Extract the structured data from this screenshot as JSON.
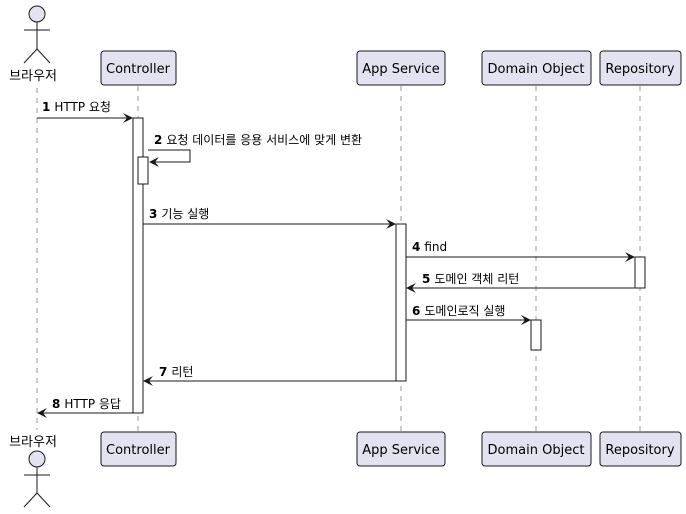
{
  "participants": [
    {
      "id": "browser",
      "label": "브라우저",
      "kind": "actor"
    },
    {
      "id": "controller",
      "label": "Controller",
      "kind": "participant"
    },
    {
      "id": "appservice",
      "label": "App Service",
      "kind": "participant"
    },
    {
      "id": "domain",
      "label": "Domain Object",
      "kind": "participant"
    },
    {
      "id": "repository",
      "label": "Repository",
      "kind": "participant"
    }
  ],
  "messages": [
    {
      "num": "1",
      "text": "HTTP 요청",
      "from": "browser",
      "to": "controller"
    },
    {
      "num": "2",
      "text": "요청 데이터를 응용 서비스에 맞게 변환",
      "from": "controller",
      "to": "controller"
    },
    {
      "num": "3",
      "text": "기능 실행",
      "from": "controller",
      "to": "appservice"
    },
    {
      "num": "4",
      "text": "find",
      "from": "appservice",
      "to": "repository"
    },
    {
      "num": "5",
      "text": "도메인 객체 리턴",
      "from": "repository",
      "to": "appservice"
    },
    {
      "num": "6",
      "text": "도메인로직 실행",
      "from": "appservice",
      "to": "domain"
    },
    {
      "num": "7",
      "text": "리턴",
      "from": "appservice",
      "to": "controller"
    },
    {
      "num": "8",
      "text": "HTTP 응답",
      "from": "controller",
      "to": "browser"
    }
  ],
  "colors": {
    "participant_fill": "#e2e2f0",
    "participant_border": "#181818",
    "lifeline": "#999999",
    "activation_fill": "#ffffff",
    "arrow": "#181818"
  }
}
